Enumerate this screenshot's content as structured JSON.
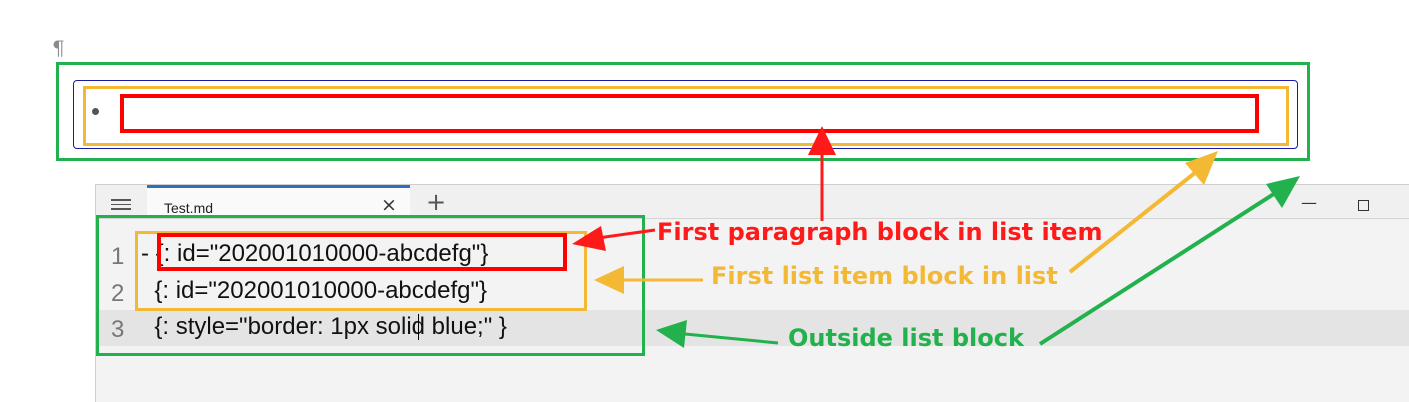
{
  "preview": {
    "pilcrow": "¶"
  },
  "editor": {
    "tab_title": "Test.md",
    "tab_close": "×",
    "new_tab": "+",
    "minimize": "—",
    "lines": [
      {
        "number": "1",
        "text": "- {: id=\"202001010000-abcdefg\"}"
      },
      {
        "number": "2",
        "text": "  {: id=\"202001010000-abcdefg\"}"
      },
      {
        "number": "3",
        "text": "  {: style=\"border: 1px solid blue;\" }"
      }
    ]
  },
  "annotations": {
    "paragraph_block": "First paragraph block in list item",
    "list_item_block": "First list item block in list",
    "list_block": "Outside list block"
  },
  "colors": {
    "red": "#ff0000",
    "yellow": "#f3b935",
    "green": "#22b14c",
    "blue": "#1a1aa6"
  }
}
